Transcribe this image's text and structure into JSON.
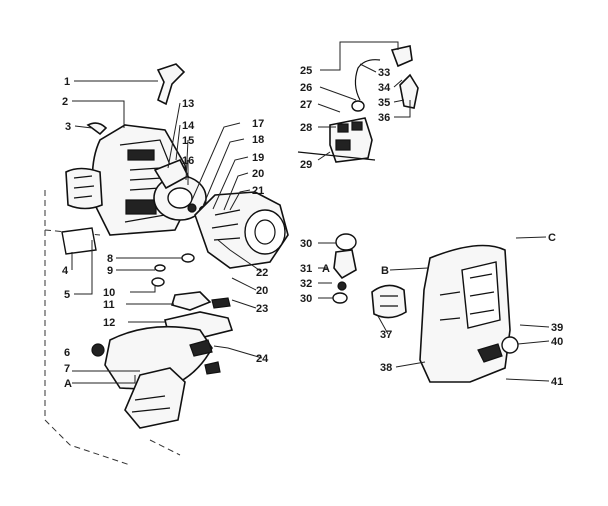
{
  "callouts": [
    {
      "id": "c1",
      "text": "1"
    },
    {
      "id": "c2",
      "text": "2"
    },
    {
      "id": "c3",
      "text": "3"
    },
    {
      "id": "c4",
      "text": "4"
    },
    {
      "id": "c5",
      "text": "5"
    },
    {
      "id": "c6",
      "text": "6"
    },
    {
      "id": "c7",
      "text": "7"
    },
    {
      "id": "cA1",
      "text": "A"
    },
    {
      "id": "c8",
      "text": "8"
    },
    {
      "id": "c9",
      "text": "9"
    },
    {
      "id": "c10",
      "text": "10"
    },
    {
      "id": "c11",
      "text": "11"
    },
    {
      "id": "c12",
      "text": "12"
    },
    {
      "id": "c13",
      "text": "13"
    },
    {
      "id": "c14",
      "text": "14"
    },
    {
      "id": "c15",
      "text": "15"
    },
    {
      "id": "c16",
      "text": "16"
    },
    {
      "id": "c17",
      "text": "17"
    },
    {
      "id": "c18",
      "text": "18"
    },
    {
      "id": "c19",
      "text": "19"
    },
    {
      "id": "c20a",
      "text": "20"
    },
    {
      "id": "c21",
      "text": "21"
    },
    {
      "id": "c22",
      "text": "22"
    },
    {
      "id": "c20b",
      "text": "20"
    },
    {
      "id": "c23",
      "text": "23"
    },
    {
      "id": "c24",
      "text": "24"
    },
    {
      "id": "c25",
      "text": "25"
    },
    {
      "id": "c26",
      "text": "26"
    },
    {
      "id": "c27",
      "text": "27"
    },
    {
      "id": "c28",
      "text": "28"
    },
    {
      "id": "c29",
      "text": "29"
    },
    {
      "id": "c33",
      "text": "33"
    },
    {
      "id": "c34",
      "text": "34"
    },
    {
      "id": "c35",
      "text": "35"
    },
    {
      "id": "c36",
      "text": "36"
    },
    {
      "id": "c30a",
      "text": "30"
    },
    {
      "id": "c31",
      "text": "31"
    },
    {
      "id": "cA2",
      "text": "A"
    },
    {
      "id": "c32",
      "text": "32"
    },
    {
      "id": "c30b",
      "text": "30"
    },
    {
      "id": "cB",
      "text": "B"
    },
    {
      "id": "c37",
      "text": "37"
    },
    {
      "id": "c38",
      "text": "38"
    },
    {
      "id": "cC",
      "text": "C"
    },
    {
      "id": "c39",
      "text": "39"
    },
    {
      "id": "c40",
      "text": "40"
    },
    {
      "id": "c41",
      "text": "41"
    }
  ]
}
